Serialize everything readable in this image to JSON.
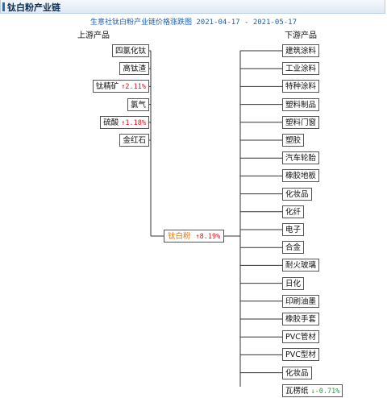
{
  "header": {
    "title": "钛白粉产业链"
  },
  "diagram": {
    "title": "生意社钛白粉产业链价格涨跌图 2021-04-17 - 2021-05-17",
    "upstream_header": "上游产品",
    "downstream_header": "下游产品",
    "center": {
      "label": "钛白粉",
      "change": "↑8.19%",
      "trend": "up"
    },
    "upstream": [
      {
        "label": "四氯化钛",
        "change": "",
        "trend": ""
      },
      {
        "label": "高钛渣",
        "change": "",
        "trend": ""
      },
      {
        "label": "钛精矿",
        "change": "↑2.11%",
        "trend": "up"
      },
      {
        "label": "氯气",
        "change": "",
        "trend": ""
      },
      {
        "label": "硫酸",
        "change": "↑1.18%",
        "trend": "up"
      },
      {
        "label": "金红石",
        "change": "",
        "trend": ""
      }
    ],
    "downstream": [
      {
        "label": "建筑涂料",
        "change": "",
        "trend": ""
      },
      {
        "label": "工业涂料",
        "change": "",
        "trend": ""
      },
      {
        "label": "特种涂料",
        "change": "",
        "trend": ""
      },
      {
        "label": "塑料制品",
        "change": "",
        "trend": ""
      },
      {
        "label": "塑料门窗",
        "change": "",
        "trend": ""
      },
      {
        "label": "塑胶",
        "change": "",
        "trend": ""
      },
      {
        "label": "汽车轮胎",
        "change": "",
        "trend": ""
      },
      {
        "label": "橡胶地板",
        "change": "",
        "trend": ""
      },
      {
        "label": "化妆品",
        "change": "",
        "trend": ""
      },
      {
        "label": "化纤",
        "change": "",
        "trend": ""
      },
      {
        "label": "电子",
        "change": "",
        "trend": ""
      },
      {
        "label": "合金",
        "change": "",
        "trend": ""
      },
      {
        "label": "耐火玻璃",
        "change": "",
        "trend": ""
      },
      {
        "label": "日化",
        "change": "",
        "trend": ""
      },
      {
        "label": "印刷油墨",
        "change": "",
        "trend": ""
      },
      {
        "label": "橡胶手套",
        "change": "",
        "trend": ""
      },
      {
        "label": "PVC管材",
        "change": "",
        "trend": ""
      },
      {
        "label": "PVC型材",
        "change": "",
        "trend": ""
      },
      {
        "label": "化妆品",
        "change": "",
        "trend": ""
      },
      {
        "label": "瓦楞纸",
        "change": "↓-0.71%",
        "trend": "down"
      }
    ]
  }
}
